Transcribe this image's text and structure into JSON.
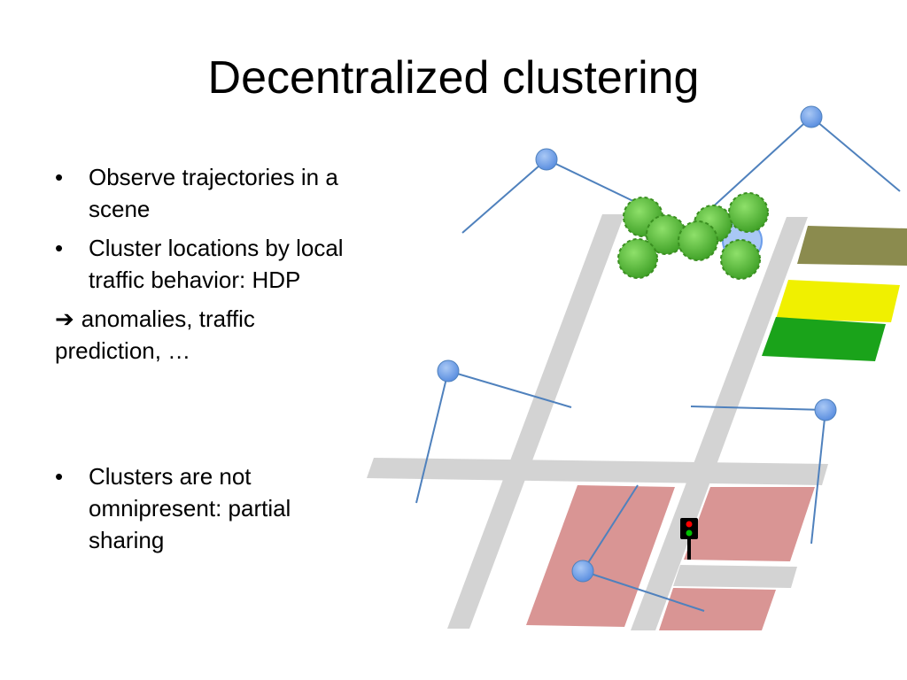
{
  "title": "Decentralized clustering",
  "bullets": [
    "Observe trajectories in a scene",
    "Cluster locations by local traffic behavior: HDP"
  ],
  "arrow_item": {
    "symbol": "➔",
    "text": "anomalies, traffic prediction, …"
  },
  "bullets_after": [
    "Clusters are not omnipresent: partial sharing"
  ],
  "bullet_symbol": "•",
  "colors": {
    "road": "#d3d3d3",
    "building": "#d99594",
    "sensor_node": "#6d9eeb",
    "sensor_line": "#4f81bd",
    "tree": "#5cbf3a",
    "field_olive": "#8b8b4e",
    "field_yellow": "#f0f000",
    "field_green": "#1aa31a",
    "traffic_light_body": "#000000",
    "traffic_light_red": "#ff0000",
    "traffic_light_green": "#00c000"
  }
}
